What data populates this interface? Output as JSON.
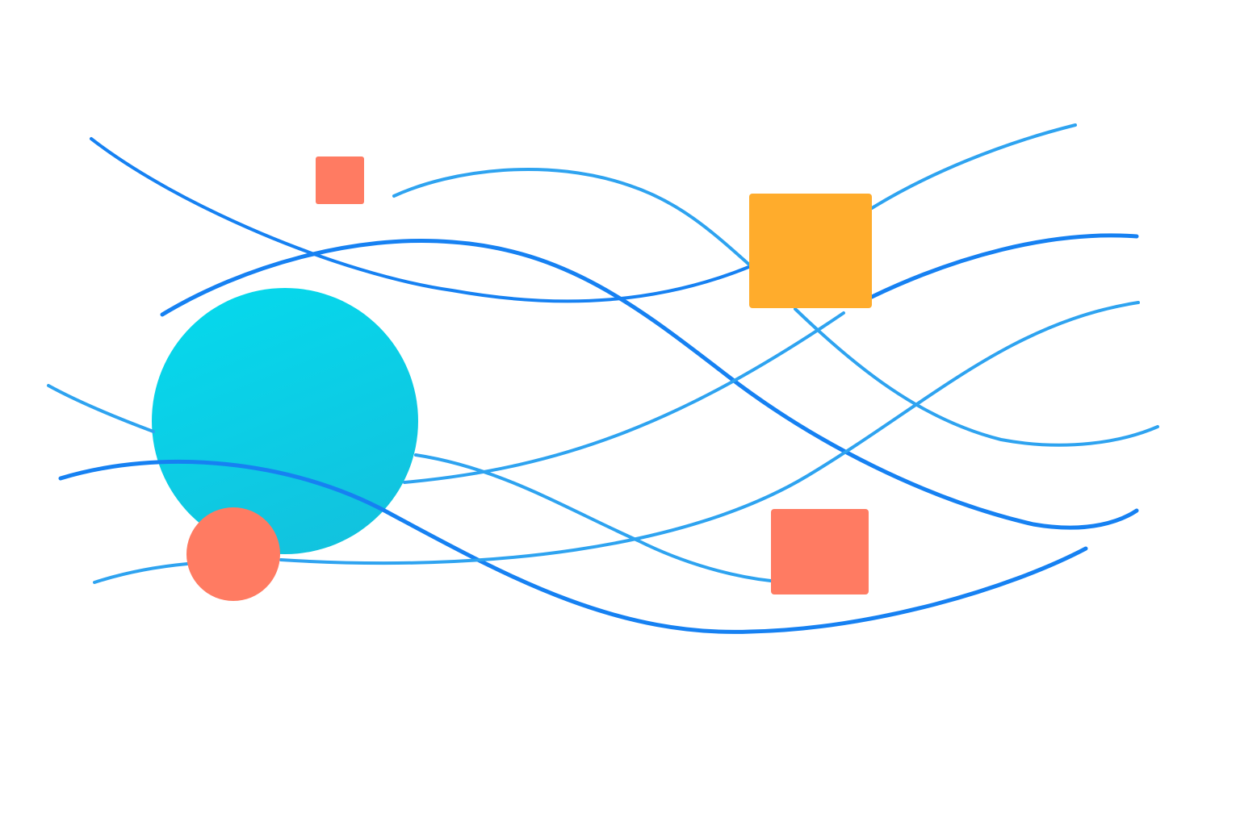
{
  "colors": {
    "background": "#ffffff",
    "wave_dark": "#1681f2",
    "wave_light": "#2ea3f0",
    "big_circle_top": "#06d8ec",
    "big_circle_bottom": "#12c2de",
    "coral": "#ff7b62",
    "amber": "#ffac2c"
  },
  "shapes": [
    {
      "name": "cyan-circle",
      "kind": "circle",
      "color": "big_circle_top"
    },
    {
      "name": "coral-circle",
      "kind": "circle",
      "color": "coral"
    },
    {
      "name": "small-coral-square",
      "kind": "square",
      "color": "coral"
    },
    {
      "name": "amber-square",
      "kind": "square",
      "color": "amber"
    },
    {
      "name": "coral-square",
      "kind": "square",
      "color": "coral"
    }
  ]
}
